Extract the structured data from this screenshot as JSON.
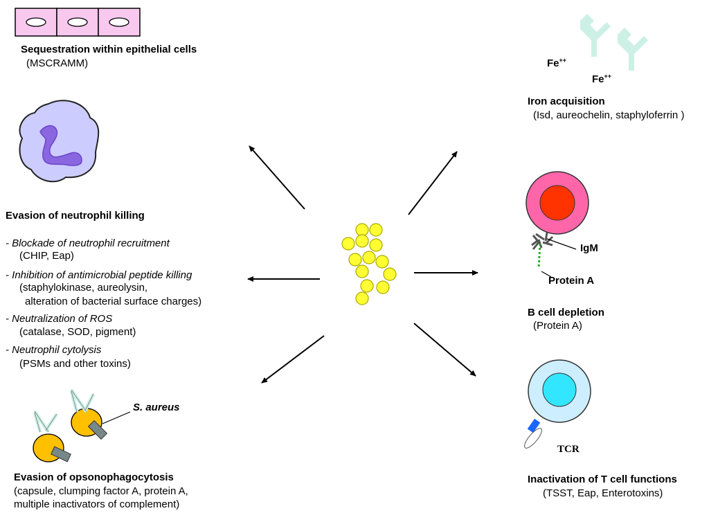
{
  "center": {
    "label": "S. aureus"
  },
  "epithelial": {
    "title": "Sequestration within epithelial cells",
    "detail": "(MSCRAMM)"
  },
  "neutrophil": {
    "title": "Evasion of neutrophil killing",
    "items": [
      {
        "mechanism": "- Blockade of neutrophil recruitment",
        "details": [
          "(CHIP, Eap)"
        ]
      },
      {
        "mechanism": "- Inhibition of antimicrobial peptide killing",
        "details": [
          "(staphylokinase, aureolysin,",
          "alteration of bacterial surface charges)"
        ]
      },
      {
        "mechanism": "- Neutralization of ROS",
        "details": [
          "(catalase, SOD, pigment)"
        ]
      },
      {
        "mechanism": "- Neutrophil cytolysis",
        "details": [
          "(PSMs and other toxins)"
        ]
      }
    ]
  },
  "opsono": {
    "title": "Evasion of opsonophagocytosis",
    "details": [
      "(capsule, clumping factor A, protein A,",
      "multiple inactivators of complement)"
    ]
  },
  "iron": {
    "title": "Iron acquisition",
    "detail": "(Isd, aureochelin, staphyloferrin )",
    "fe1": "Fe",
    "fe2": "Fe",
    "charge": "++"
  },
  "bcell": {
    "title": "B cell depletion",
    "detail": "(Protein A)",
    "igm": "IgM",
    "proteinA": "Protein A"
  },
  "tcell": {
    "title": "Inactivation of T cell functions",
    "detail": "(TSST, Eap, Enterotoxins)",
    "tcr": "TCR"
  },
  "colors": {
    "epithelial_fill": "#f9c8ef",
    "neutrophil_fill": "#ccccff",
    "nucleus_fill": "#8a66e0",
    "bacteria": "#ffff33",
    "antibody": "#ccf0e6",
    "bcell_outer": "#ff66aa",
    "bcell_inner": "#ff3300",
    "tcell_outer": "#cceeff",
    "tcell_inner": "#33e6ff",
    "opsono_cell": "#ffc000"
  }
}
